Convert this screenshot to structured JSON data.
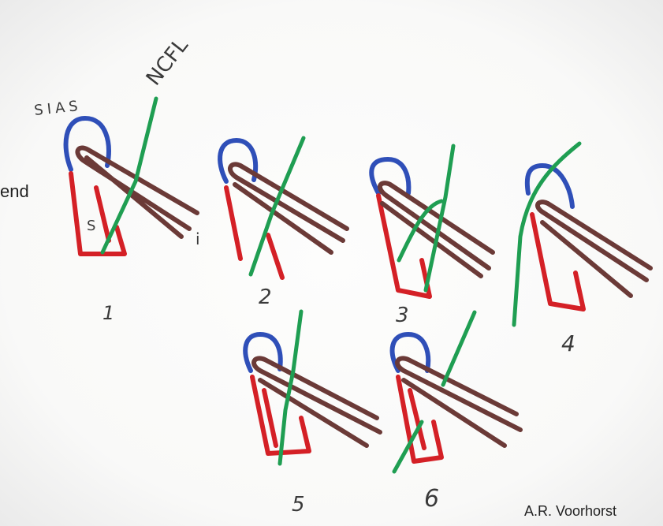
{
  "labels": {
    "ncfl": "NCFL",
    "sias": "SIAS",
    "s": "S",
    "i": "i",
    "side_text": "end",
    "credit": "A.R. Voorhorst"
  },
  "figure_numbers": [
    "1",
    "2",
    "3",
    "4",
    "5",
    "6"
  ],
  "colors": {
    "sias_blue": "#2f4fb8",
    "ligament_brown": "#6b3a37",
    "muscle_red": "#d42026",
    "nerve_green": "#1f9e52"
  }
}
